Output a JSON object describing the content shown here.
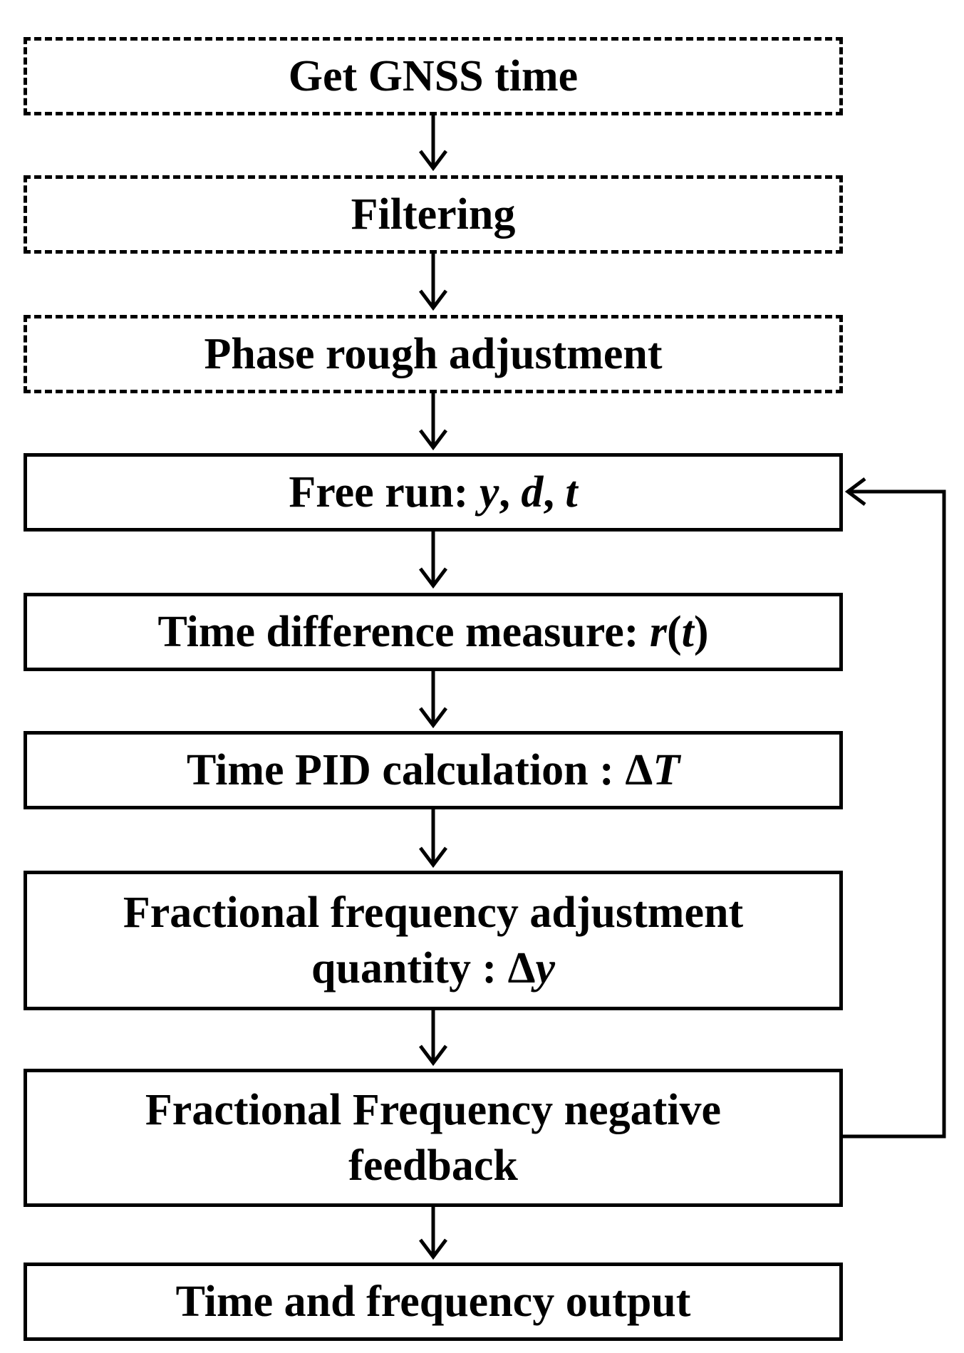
{
  "colors": {
    "stroke": "#000000",
    "background": "#ffffff"
  },
  "steps": [
    {
      "style": "dashed",
      "text": "Get GNSS time"
    },
    {
      "style": "dashed",
      "text": "Filtering"
    },
    {
      "style": "dashed",
      "text": "Phase rough adjustment"
    },
    {
      "style": "solid",
      "prefix": "Free run: ",
      "var1": "y",
      "sep1": ", ",
      "var2": "d",
      "sep2": ", ",
      "var3": "t"
    },
    {
      "style": "solid",
      "prefix": "Time difference measure: ",
      "var1": "r",
      "paren_open": "(",
      "var2": "t",
      "paren_close": ")"
    },
    {
      "style": "solid",
      "prefix": "Time PID calculation : ",
      "delta": "Δ",
      "var": "T"
    },
    {
      "style": "solid",
      "line1": "Fractional frequency adjustment",
      "line2_prefix": "quantity : ",
      "delta": "Δ",
      "var": "y"
    },
    {
      "style": "solid",
      "line1": "Fractional Frequency negative",
      "line2": "feedback"
    },
    {
      "style": "solid",
      "text": "Time and frequency output"
    }
  ],
  "feedback_loop": {
    "from_step": 8,
    "to_step": 4
  }
}
